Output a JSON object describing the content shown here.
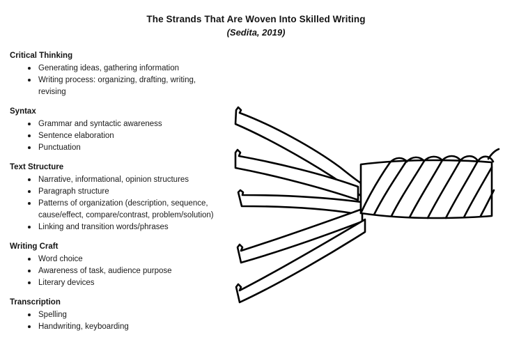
{
  "document": {
    "title": "The Strands That Are Woven Into Skilled Writing",
    "subtitle": "(Sedita, 2019)",
    "background_color": "#ffffff",
    "text_color": "#1a1a1a"
  },
  "strands": [
    {
      "heading": "Critical Thinking",
      "items": [
        "Generating ideas, gathering information",
        "Writing process: organizing, drafting, writing, revising"
      ]
    },
    {
      "heading": "Syntax",
      "items": [
        "Grammar and syntactic awareness",
        "Sentence elaboration",
        "Punctuation"
      ]
    },
    {
      "heading": "Text Structure",
      "items": [
        "Narrative, informational, opinion structures",
        "Paragraph structure",
        "Patterns of organization (description, sequence, cause/effect, compare/contrast, problem/solution)",
        "Linking and transition words/phrases"
      ]
    },
    {
      "heading": "Writing Craft",
      "items": [
        "Word choice",
        "Awareness of task, audience purpose",
        "Literary devices"
      ]
    },
    {
      "heading": "Transcription",
      "items": [
        "Spelling",
        "Handwriting, keyboarding"
      ]
    }
  ],
  "figure": {
    "name": "woven-rope-diagram",
    "description": "Five loose strands on the left converging and twisting into a single braided rope on the right",
    "strand_count": 5,
    "stroke_color": "#000000",
    "fill_color": "#ffffff"
  }
}
